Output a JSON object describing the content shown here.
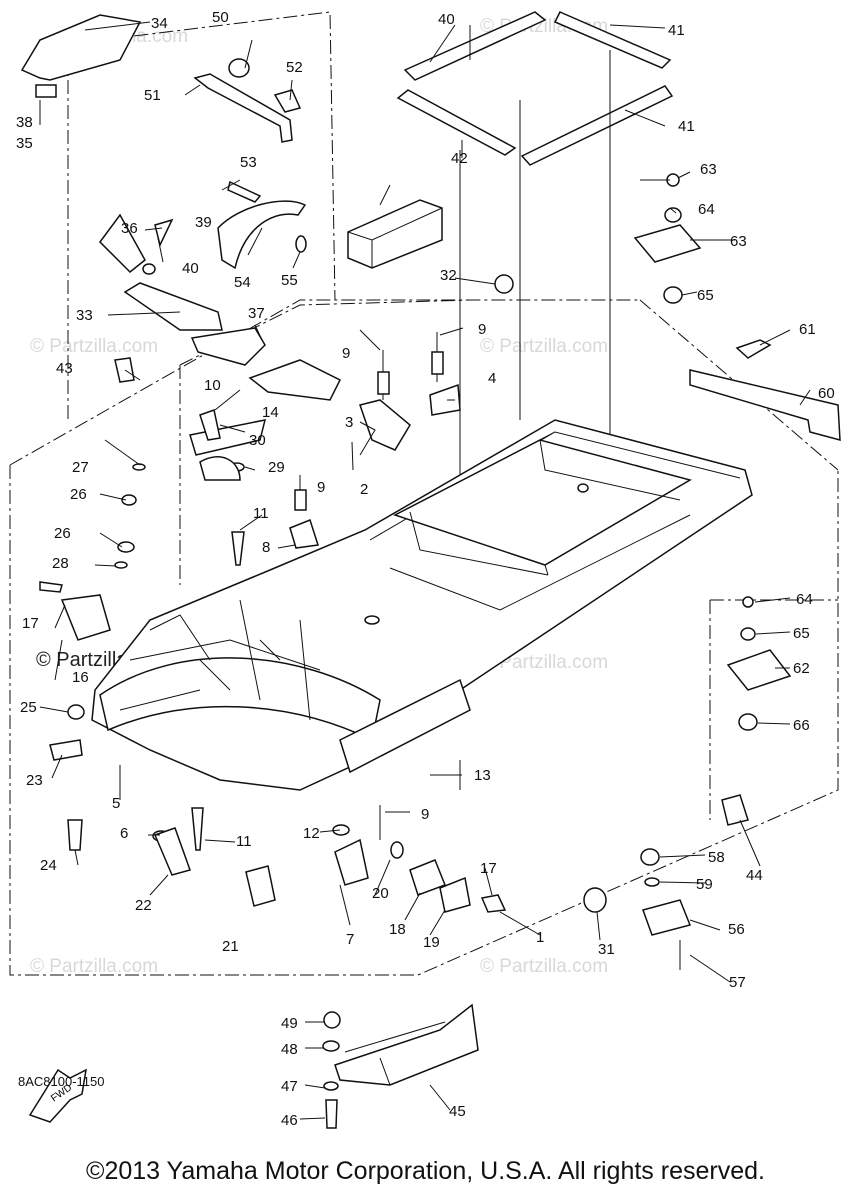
{
  "callouts": [
    "1",
    "2",
    "3",
    "4",
    "5",
    "6",
    "7",
    "8",
    "9",
    "9",
    "9",
    "9",
    "10",
    "11",
    "11",
    "12",
    "13",
    "14",
    "16",
    "17",
    "17",
    "18",
    "19",
    "20",
    "21",
    "22",
    "23",
    "24",
    "25",
    "26",
    "26",
    "27",
    "28",
    "29",
    "30",
    "31",
    "32",
    "33",
    "34",
    "35",
    "36",
    "37",
    "38",
    "39",
    "40",
    "40",
    "41",
    "41",
    "42",
    "43",
    "44",
    "45",
    "46",
    "47",
    "48",
    "49",
    "50",
    "51",
    "52",
    "53",
    "54",
    "55",
    "56",
    "57",
    "58",
    "59",
    "60",
    "61",
    "62",
    "63",
    "63",
    "64",
    "64",
    "65",
    "65",
    "66"
  ],
  "watermark": "© Partzilla.com",
  "watermark_faded": "© Partzilla.com",
  "fwd_label": "FWD",
  "diagram_code": "8AC8100-1150",
  "copyright": "©2013  Yamaha Motor Corporation, U.S.A. All rights reserved."
}
